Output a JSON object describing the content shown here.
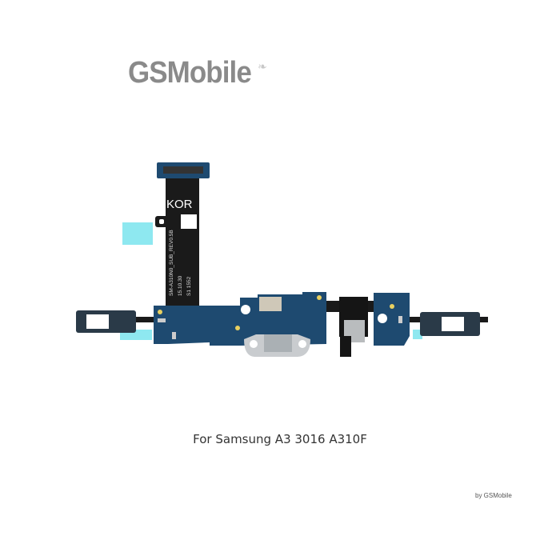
{
  "watermark": {
    "brand": "GSMobile",
    "credit": "by GSMobile"
  },
  "product": {
    "caption": "For Samsung A3 3016 A310F",
    "flex_labels": {
      "region": "KOR",
      "model": "SM-A310N0_SUB_REV0.5B",
      "date": "15.10.30",
      "code": "S1 1552"
    }
  },
  "colors": {
    "pcb_blue": "#1e4a70",
    "flex_black": "#1a1a1a",
    "tape_cyan": "#8ee8f0",
    "logo_gray": "#8a8a8a"
  }
}
